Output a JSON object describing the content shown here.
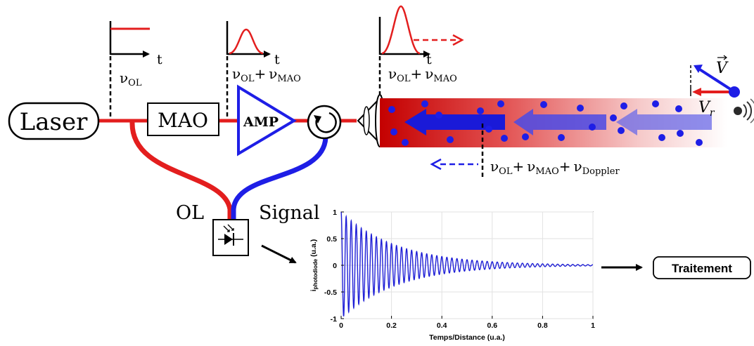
{
  "labels": {
    "laser": "Laser",
    "mao": "MAO",
    "amp": "AMP",
    "ol": "OL",
    "signal": "Signal",
    "traitement": "Traitement",
    "velocity_v": "V",
    "velocity_vr": "Vr"
  },
  "pulse_labels": {
    "t": "t",
    "nu": "ν",
    "plus": "+",
    "sub_ol": "OL",
    "sub_mao": "MAO",
    "sub_doppler": "Doppler"
  },
  "colors": {
    "red": "#e31e1e",
    "blue": "#1e1ee6",
    "black": "#000000",
    "plot_line": "#1f1fd6"
  },
  "chart_data": {
    "type": "line",
    "title": "",
    "xlabel": "Temps/Distance (u.a.)",
    "ylabel": "i photodiode (u.a.)",
    "ylabel_main": "i",
    "ylabel_sub": "photodiode",
    "ylabel_unit": " (u.a.)",
    "xlim": [
      0,
      1
    ],
    "ylim": [
      -1,
      1
    ],
    "xticks": [
      "0",
      "0.2",
      "0.4",
      "0.6",
      "0.8",
      "1"
    ],
    "yticks": [
      "1",
      "0.5",
      "0",
      "-0.5",
      "-1"
    ],
    "grid": true,
    "series": [
      {
        "kind": "damped_cosine",
        "amplitude": 1,
        "cycles": 50,
        "decay_rate": 4.5
      }
    ]
  }
}
